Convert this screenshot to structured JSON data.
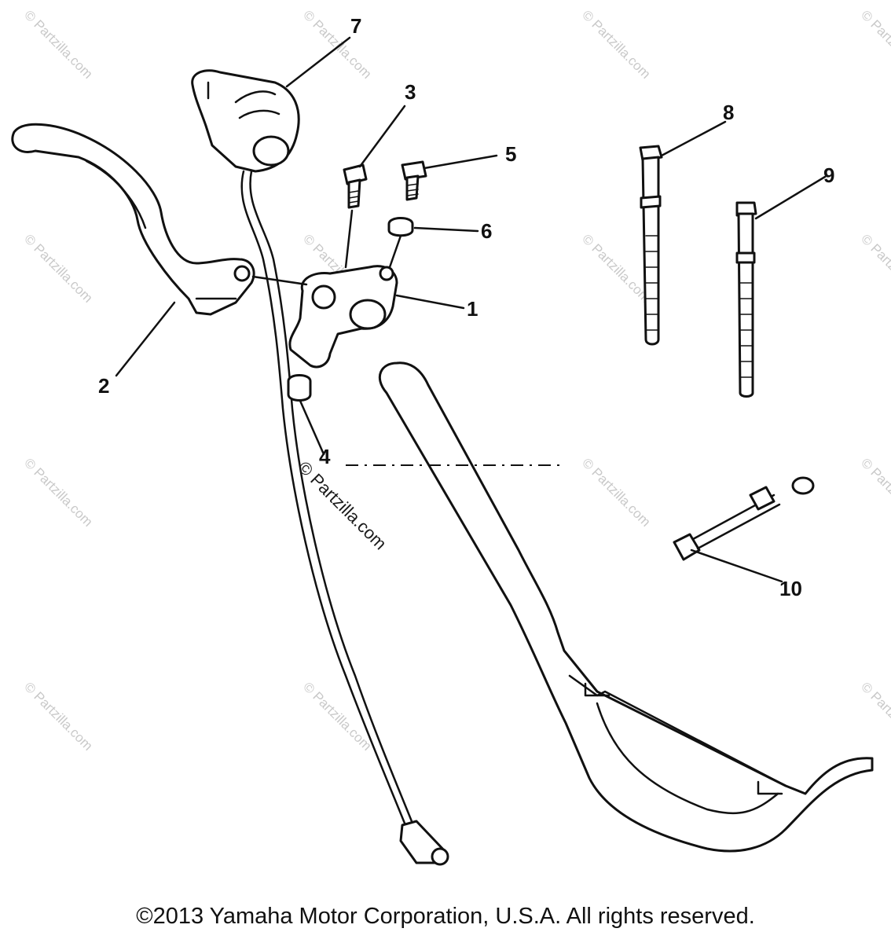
{
  "callouts": [
    {
      "number": "1"
    },
    {
      "number": "2"
    },
    {
      "number": "3"
    },
    {
      "number": "4"
    },
    {
      "number": "5"
    },
    {
      "number": "6"
    },
    {
      "number": "7"
    },
    {
      "number": "8"
    },
    {
      "number": "9"
    },
    {
      "number": "10"
    }
  ],
  "watermark": {
    "text": "© Partzilla.com",
    "center_text": "© Partzilla.com"
  },
  "footer": {
    "copyright": "©2013 Yamaha Motor Corporation, U.S.A. All rights reserved."
  }
}
